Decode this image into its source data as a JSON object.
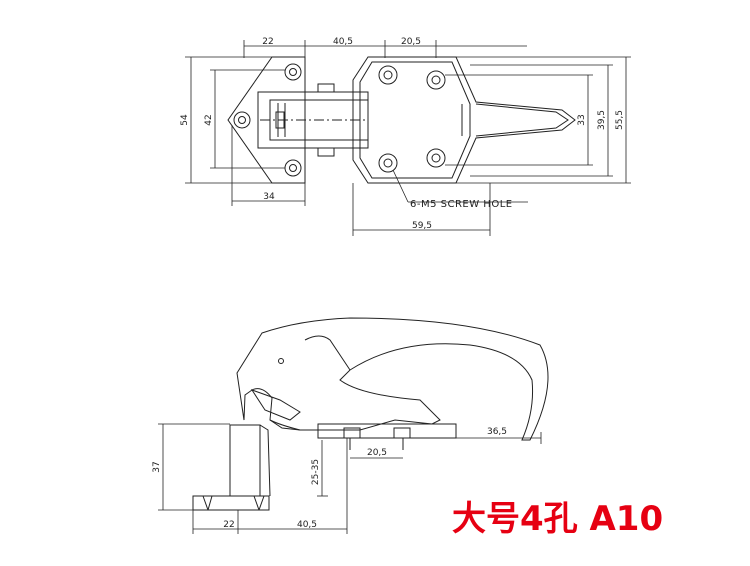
{
  "top_view": {
    "dims": {
      "d22": "22",
      "d40_5": "40,5",
      "d20_5": "20,5",
      "d54": "54",
      "d42": "42",
      "d34": "34",
      "d33": "33",
      "d39_5": "39,5",
      "d55_5": "55,5",
      "d59_5": "59,5"
    },
    "note": "6-M5 SCREW HOLE"
  },
  "side_view": {
    "dims": {
      "d36_5": "36,5",
      "d20_5": "20,5",
      "d25_35": "25-35",
      "d37": "37",
      "d22": "22",
      "d40_5": "40,5"
    }
  },
  "caption": {
    "text": "大号4孔 A10",
    "color": "#e60012"
  }
}
